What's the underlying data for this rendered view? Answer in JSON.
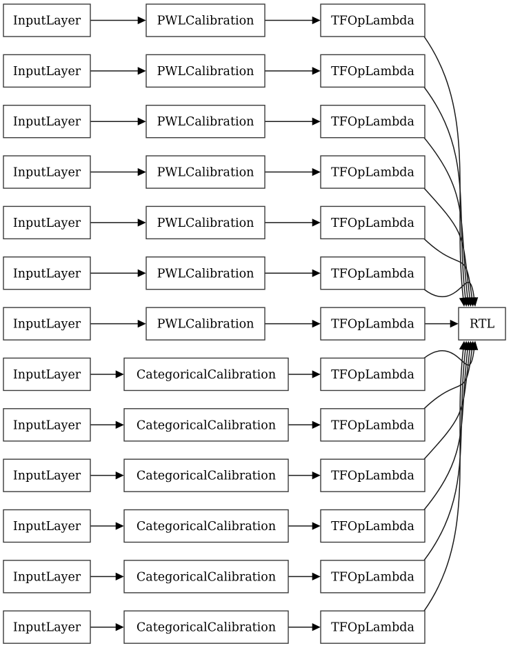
{
  "diagram": {
    "type": "graph",
    "title": "Keras model layer graph",
    "orientation": "left-to-right",
    "background_color": "#ffffff",
    "node_fill": "#ffffff",
    "node_border_color": "#3a3a3a",
    "edge_color": "#1a1a1a",
    "columns": [
      {
        "id": "input",
        "label": "InputLayer"
      },
      {
        "id": "calibration",
        "label": "Calibration"
      },
      {
        "id": "lambda",
        "label": "TFOpLambda"
      },
      {
        "id": "output",
        "label": "RTL"
      }
    ],
    "row_count": 13,
    "rows": [
      {
        "index": 1,
        "input": "InputLayer",
        "calibration": "PWLCalibration",
        "lambda": "TFOpLambda"
      },
      {
        "index": 2,
        "input": "InputLayer",
        "calibration": "PWLCalibration",
        "lambda": "TFOpLambda"
      },
      {
        "index": 3,
        "input": "InputLayer",
        "calibration": "PWLCalibration",
        "lambda": "TFOpLambda"
      },
      {
        "index": 4,
        "input": "InputLayer",
        "calibration": "PWLCalibration",
        "lambda": "TFOpLambda"
      },
      {
        "index": 5,
        "input": "InputLayer",
        "calibration": "PWLCalibration",
        "lambda": "TFOpLambda"
      },
      {
        "index": 6,
        "input": "InputLayer",
        "calibration": "PWLCalibration",
        "lambda": "TFOpLambda"
      },
      {
        "index": 7,
        "input": "InputLayer",
        "calibration": "PWLCalibration",
        "lambda": "TFOpLambda"
      },
      {
        "index": 8,
        "input": "InputLayer",
        "calibration": "CategoricalCalibration",
        "lambda": "TFOpLambda"
      },
      {
        "index": 9,
        "input": "InputLayer",
        "calibration": "CategoricalCalibration",
        "lambda": "TFOpLambda"
      },
      {
        "index": 10,
        "input": "InputLayer",
        "calibration": "CategoricalCalibration",
        "lambda": "TFOpLambda"
      },
      {
        "index": 11,
        "input": "InputLayer",
        "calibration": "CategoricalCalibration",
        "lambda": "TFOpLambda"
      },
      {
        "index": 12,
        "input": "InputLayer",
        "calibration": "CategoricalCalibration",
        "lambda": "TFOpLambda"
      },
      {
        "index": 13,
        "input": "InputLayer",
        "calibration": "CategoricalCalibration",
        "lambda": "TFOpLambda"
      }
    ],
    "sink": {
      "label": "RTL",
      "incoming_edge_count": 13
    },
    "edge_counts": {
      "input_to_calibration": 13,
      "calibration_to_lambda": 13,
      "lambda_to_rtl": 13
    }
  }
}
